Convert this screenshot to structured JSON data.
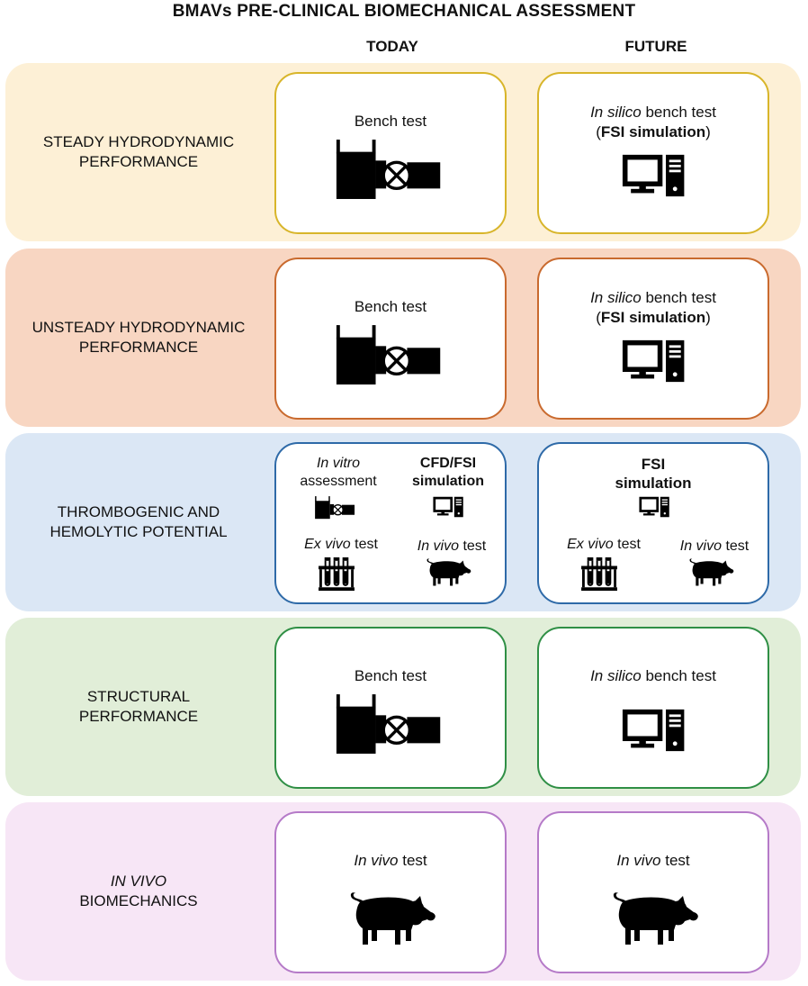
{
  "title": "BMAVs PRE-CLINICAL BIOMECHANICAL ASSESSMENT",
  "columns": {
    "today": "TODAY",
    "future": "FUTURE"
  },
  "rows": [
    {
      "label_lines": [
        "STEADY HYDRODYNAMIC",
        "PERFORMANCE"
      ],
      "band_color": "#fdf0d6",
      "border_color": "#d8b52a",
      "today": {
        "caption": "Bench test"
      },
      "future": {
        "caption_italic": "In silico",
        "caption_rest": " bench test",
        "caption2_bold": "FSI simulation"
      }
    },
    {
      "label_lines": [
        "UNSTEADY HYDRODYNAMIC",
        "PERFORMANCE"
      ],
      "band_color": "#f8d6c2",
      "border_color": "#c96a2e",
      "today": {
        "caption": "Bench test"
      },
      "future": {
        "caption_italic": "In silico",
        "caption_rest": " bench test",
        "caption2_bold": "FSI simulation"
      }
    },
    {
      "label_lines": [
        "THROMBOGENIC AND",
        "HEMOLYTIC POTENTIAL"
      ],
      "band_color": "#dbe7f5",
      "border_color": "#2e6aa8",
      "today": {
        "invitro_italic": "In vitro",
        "invitro_rest": "assessment",
        "cfd_line1": "CFD/FSI",
        "cfd_line2": "simulation",
        "exvivo_italic": "Ex vivo",
        "exvivo_rest": " test",
        "invivo_italic": "In vivo",
        "invivo_rest": " test"
      },
      "future": {
        "fsi_line1": "FSI",
        "fsi_line2": "simulation",
        "exvivo_italic": "Ex vivo",
        "exvivo_rest": " test",
        "invivo_italic": "In vivo",
        "invivo_rest": " test"
      }
    },
    {
      "label_lines": [
        "STRUCTURAL",
        "PERFORMANCE"
      ],
      "band_color": "#e1eed8",
      "border_color": "#2f8f45",
      "today": {
        "caption": "Bench test"
      },
      "future": {
        "caption_italic": "In silico",
        "caption_rest": " bench test"
      }
    },
    {
      "label_lines": [
        "IN VIVO",
        "BIOMECHANICS"
      ],
      "band_color": "#f7e6f6",
      "border_color": "#b57ac8",
      "today": {
        "caption_italic": "In vivo",
        "caption_rest": " test"
      },
      "future": {
        "caption_italic": "In vivo",
        "caption_rest": " test"
      }
    }
  ],
  "icons": {
    "bench": "bench-test-rig-icon",
    "computer": "computer-icon",
    "test_tubes": "test-tubes-icon",
    "pig": "pig-icon"
  }
}
